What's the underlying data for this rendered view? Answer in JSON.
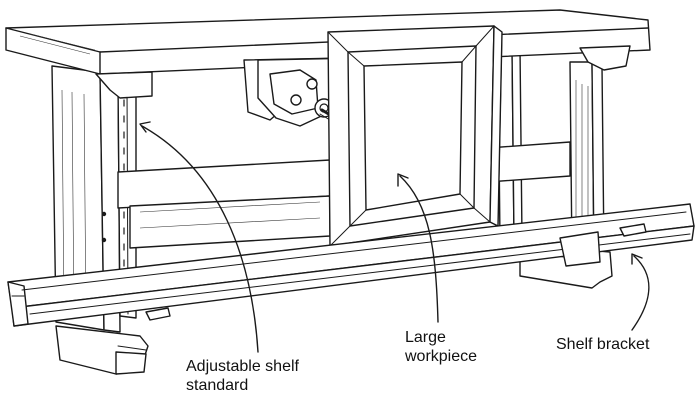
{
  "labels": {
    "shelf_standard_line1": "Adjustable shelf",
    "shelf_standard_line2": "standard",
    "workpiece_line1": "Large",
    "workpiece_line2": "workpiece",
    "shelf_bracket": "Shelf bracket"
  },
  "colors": {
    "ink": "#1a1a1a",
    "paper": "#ffffff"
  }
}
